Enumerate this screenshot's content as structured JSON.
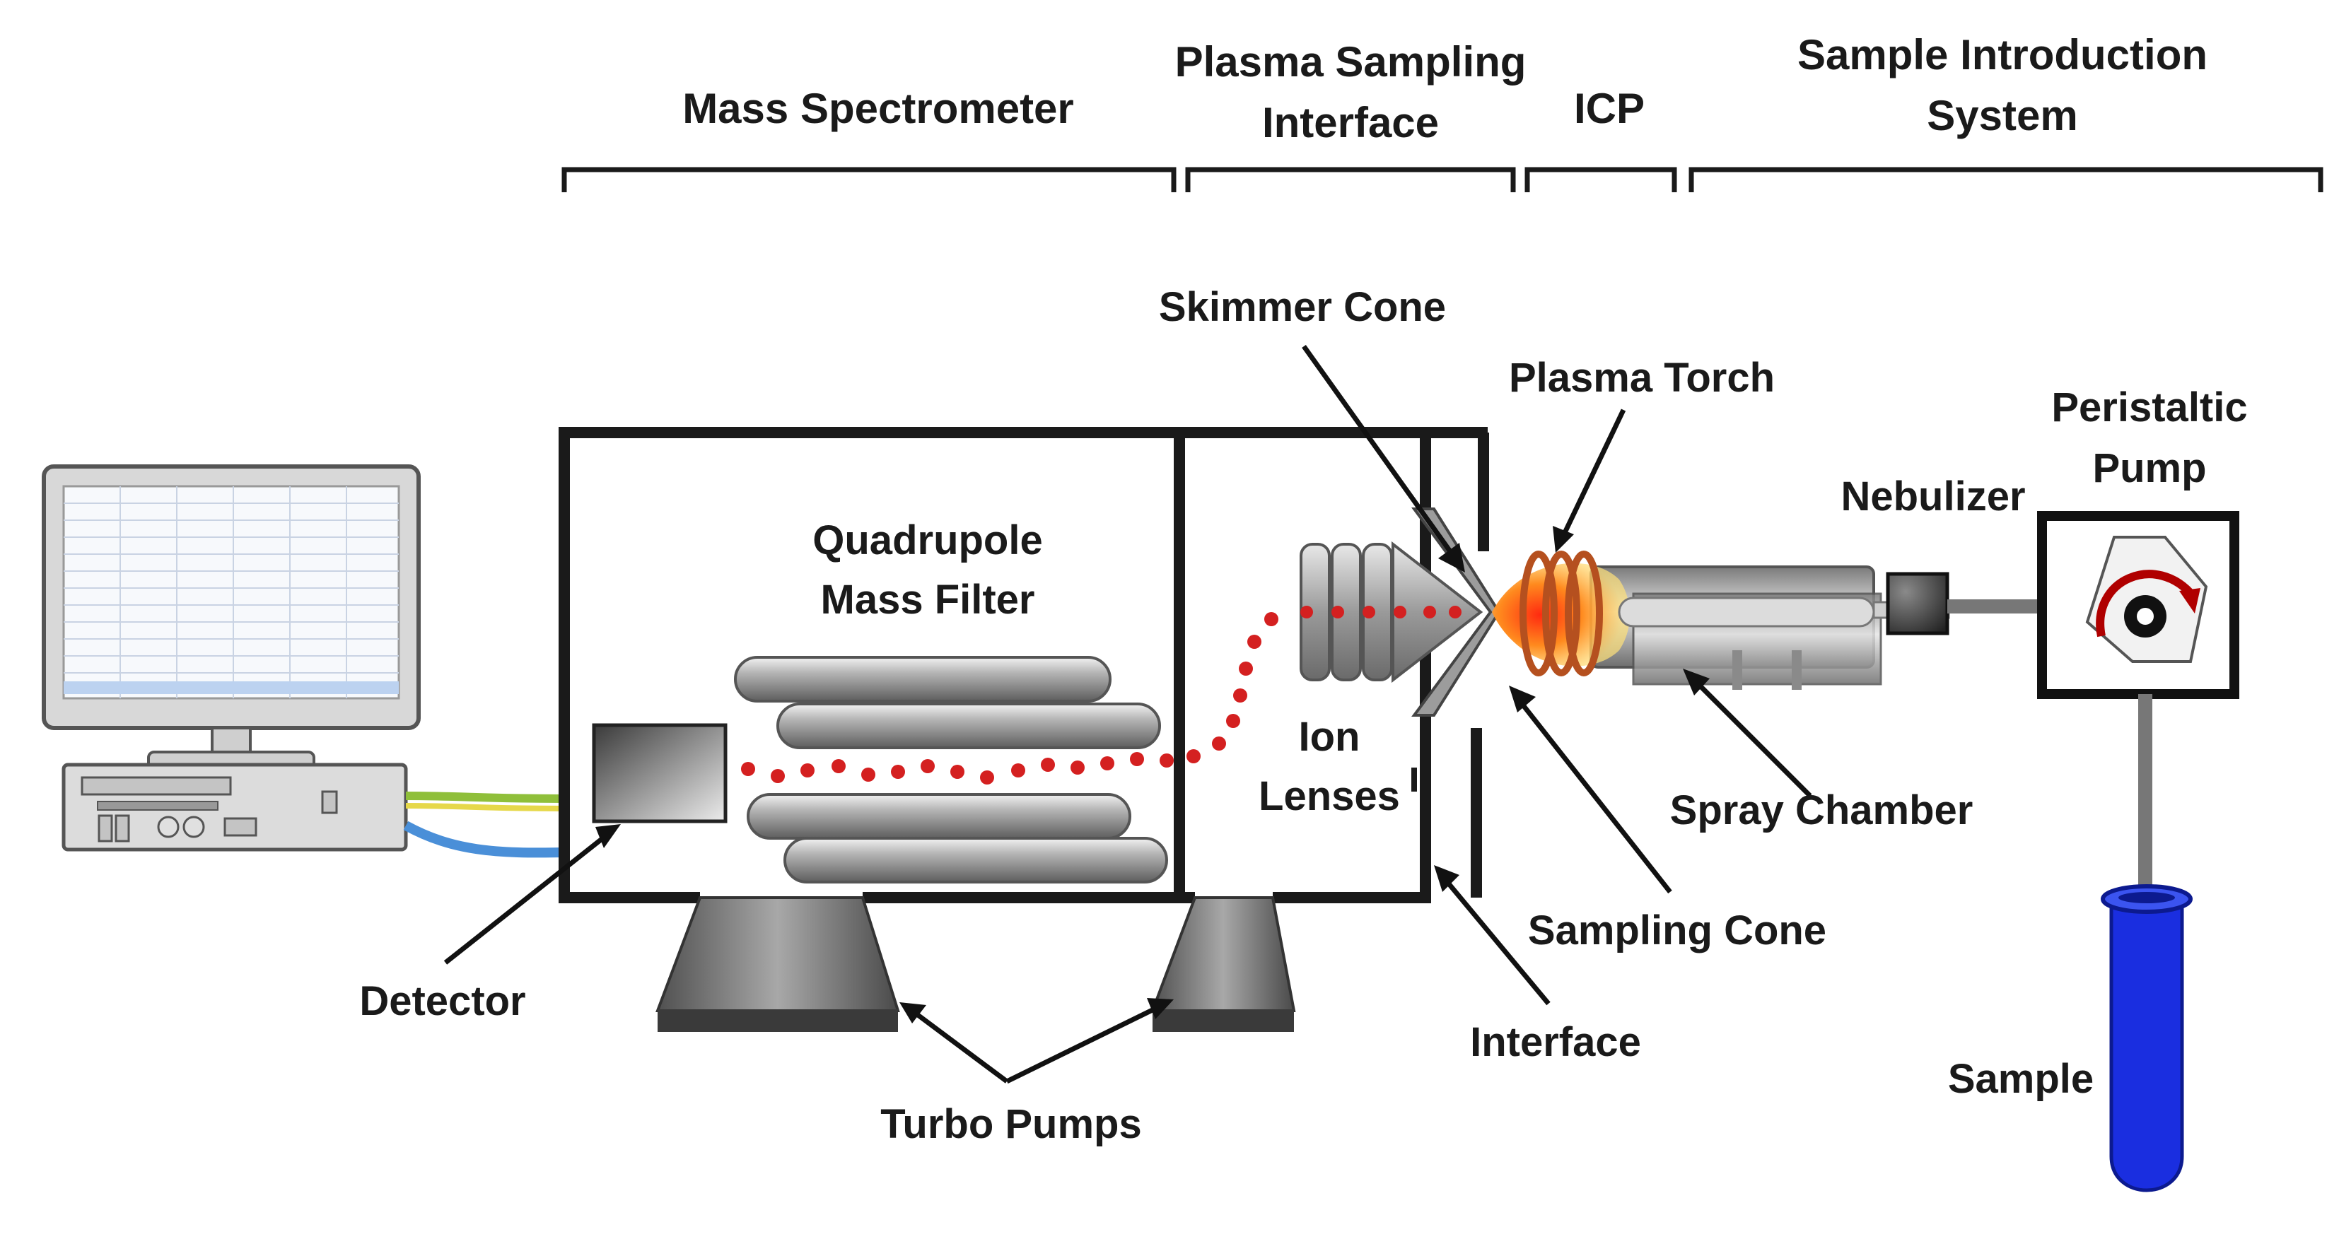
{
  "sections": {
    "mass_spectrometer": "Mass Spectrometer",
    "plasma_sampling_line1": "Plasma Sampling",
    "plasma_sampling_line2": "Interface",
    "icp": "ICP",
    "sample_intro_line1": "Sample Introduction",
    "sample_intro_line2": "System"
  },
  "labels": {
    "skimmer_cone": "Skimmer Cone",
    "plasma_torch": "Plasma Torch",
    "peristaltic_pump_line1": "Peristaltic",
    "peristaltic_pump_line2": "Pump",
    "nebulizer": "Nebulizer",
    "quadrupole_line1": "Quadrupole",
    "quadrupole_line2": "Mass Filter",
    "ion_lenses_line1": "Ion",
    "ion_lenses_line2": "Lenses",
    "spray_chamber": "Spray Chamber",
    "sampling_cone": "Sampling Cone",
    "detector": "Detector",
    "interface": "Interface",
    "turbo_pumps": "Turbo Pumps",
    "sample": "Sample"
  },
  "colors": {
    "ion_beam": "#d42020",
    "housing": "#1a1a1a",
    "sample_tube": "#1a2ee0",
    "plasma": "#ff8a1e",
    "coil": "#b5501f",
    "pump_arrow": "#b00000",
    "cable_green": "#8fbf3a",
    "cable_blue": "#4a8fd8"
  }
}
